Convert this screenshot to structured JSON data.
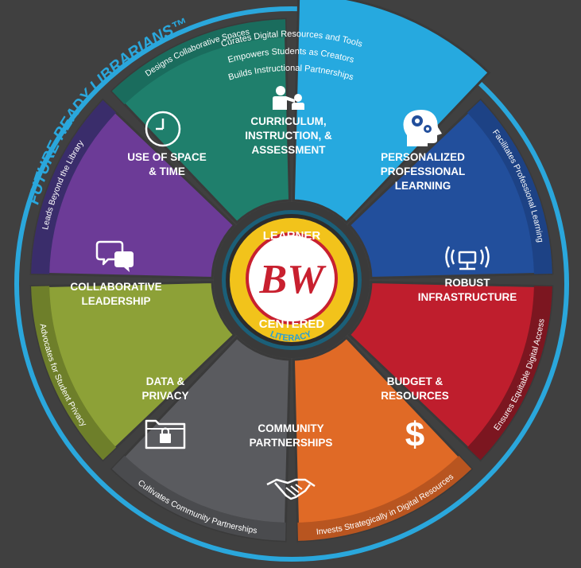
{
  "brand": {
    "title": "FUTURE READY LIBRARIANS™"
  },
  "hub": {
    "top": "LEARNER",
    "bottom": "CENTERED",
    "ring": "LITERACY",
    "logo": "BW"
  },
  "colors": {
    "background": "#404040",
    "outer_ring": "#2aa7dc",
    "hub_gold": "#f2c31b",
    "hub_teal": "#1b5f78",
    "logo_red": "#c8202f"
  },
  "segments": [
    {
      "key": "use-of-space-time",
      "lines": [
        "USE OF SPACE",
        "& TIME"
      ],
      "band": "Designs Collaborative Spaces",
      "icon": "clock-icon",
      "color": "#1f7f6c",
      "band_color": "#1a6c5d"
    },
    {
      "key": "curriculum",
      "lines": [
        "CURRICULUM,",
        "INSTRUCTION, &",
        "ASSESSMENT"
      ],
      "band": "",
      "icon": "teacher-student-icon",
      "color": "#26a9df",
      "band_color": "#2aa7dc"
    },
    {
      "key": "personalized-pl",
      "lines": [
        "PERSONALIZED",
        "PROFESSIONAL",
        "LEARNING"
      ],
      "band": "Facilitates Professional Learning",
      "icon": "head-gears-icon",
      "color": "#224f9c",
      "band_color": "#1d4285"
    },
    {
      "key": "robust-infrastructure",
      "lines": [
        "ROBUST",
        "INFRASTRUCTURE"
      ],
      "band": "Ensures Equitable Digital Access",
      "icon": "network-icon",
      "color": "#bf1e2d",
      "band_color": "#7c1620"
    },
    {
      "key": "budget-resources",
      "lines": [
        "BUDGET &",
        "RESOURCES"
      ],
      "band": "Invests Strategically in Digital Resources",
      "icon": "dollar-icon",
      "color": "#e06a26",
      "band_color": "#b85520"
    },
    {
      "key": "community-partnerships",
      "lines": [
        "COMMUNITY",
        "PARTNERSHIPS"
      ],
      "band": "Cultivates Community Partnerships",
      "icon": "handshake-icon",
      "color": "#5a5b5f",
      "band_color": "#4a4b4e"
    },
    {
      "key": "data-privacy",
      "lines": [
        "DATA &",
        "PRIVACY"
      ],
      "band": "Advocates for Student Privacy",
      "icon": "locked-folder-icon",
      "color": "#8da137",
      "band_color": "#6e7f2a"
    },
    {
      "key": "collaborative-leadership",
      "lines": [
        "COLLABORATIVE",
        "LEADERSHIP"
      ],
      "band": "Leads Beyond the Library",
      "icon": "chat-bubbles-icon",
      "color": "#6c3b97",
      "band_color": "#3a2d6b"
    }
  ],
  "curriculum_bands": [
    "Curates Digital Resources and Tools",
    "Empowers Students as Creators",
    "Builds Instructional Partnerships"
  ]
}
